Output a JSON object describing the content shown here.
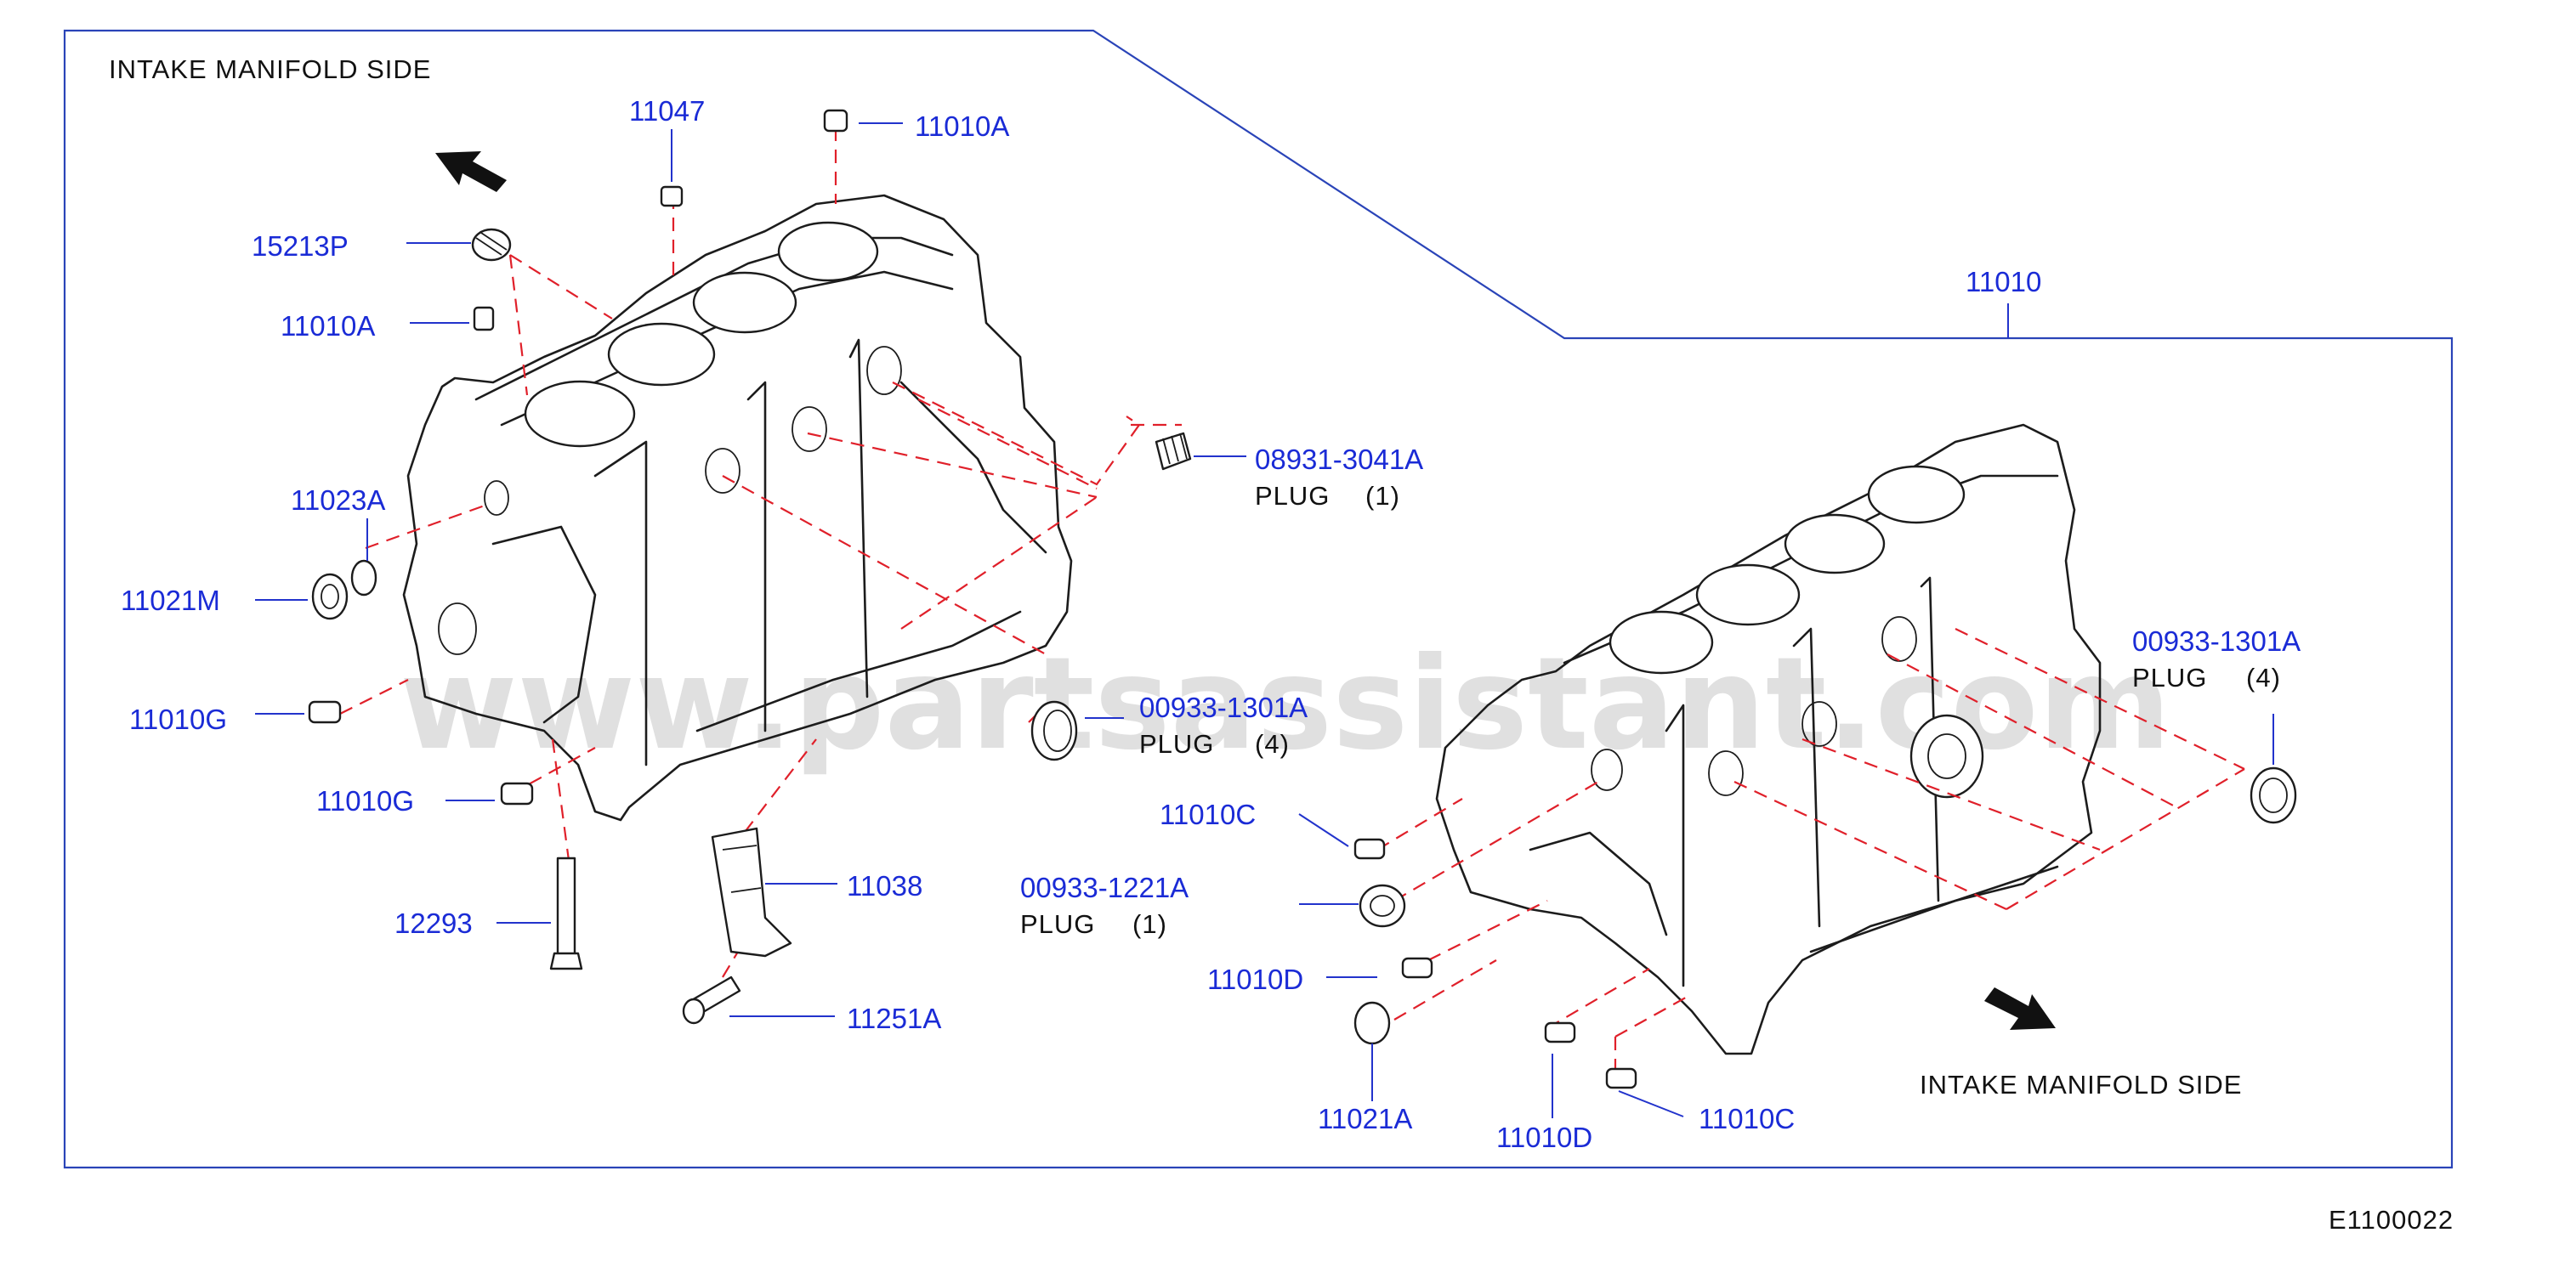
{
  "header": {
    "intake_side_top": "INTAKE   MANIFOLD   SIDE",
    "intake_side_bottom": "INTAKE   MANIFOLD   SIDE",
    "assembly_number": "11010",
    "figure_code": "E1100022"
  },
  "watermark": "www.partsassistant.com",
  "left_parts": [
    {
      "code": "11047"
    },
    {
      "code": "11010A"
    },
    {
      "code": "15213P"
    },
    {
      "code": "11010A"
    },
    {
      "code": "08931-3041A",
      "desc": "PLUG",
      "qty": "(1)"
    },
    {
      "code": "11023A"
    },
    {
      "code": "11021M"
    },
    {
      "code": "11010G"
    },
    {
      "code": "00933-1301A",
      "desc": "PLUG",
      "qty": "(4)"
    },
    {
      "code": "11010G"
    },
    {
      "code": "11038"
    },
    {
      "code": "12293"
    },
    {
      "code": "11251A"
    }
  ],
  "right_parts": [
    {
      "code": "00933-1301A",
      "desc": "PLUG",
      "qty": "(4)"
    },
    {
      "code": "11010C"
    },
    {
      "code": "00933-1221A",
      "desc": "PLUG",
      "qty": "(1)"
    },
    {
      "code": "11010D"
    },
    {
      "code": "11021A"
    },
    {
      "code": "11010D"
    },
    {
      "code": "11010C"
    }
  ],
  "icons": [
    "arrow-up-left-icon",
    "arrow-down-right-icon"
  ]
}
